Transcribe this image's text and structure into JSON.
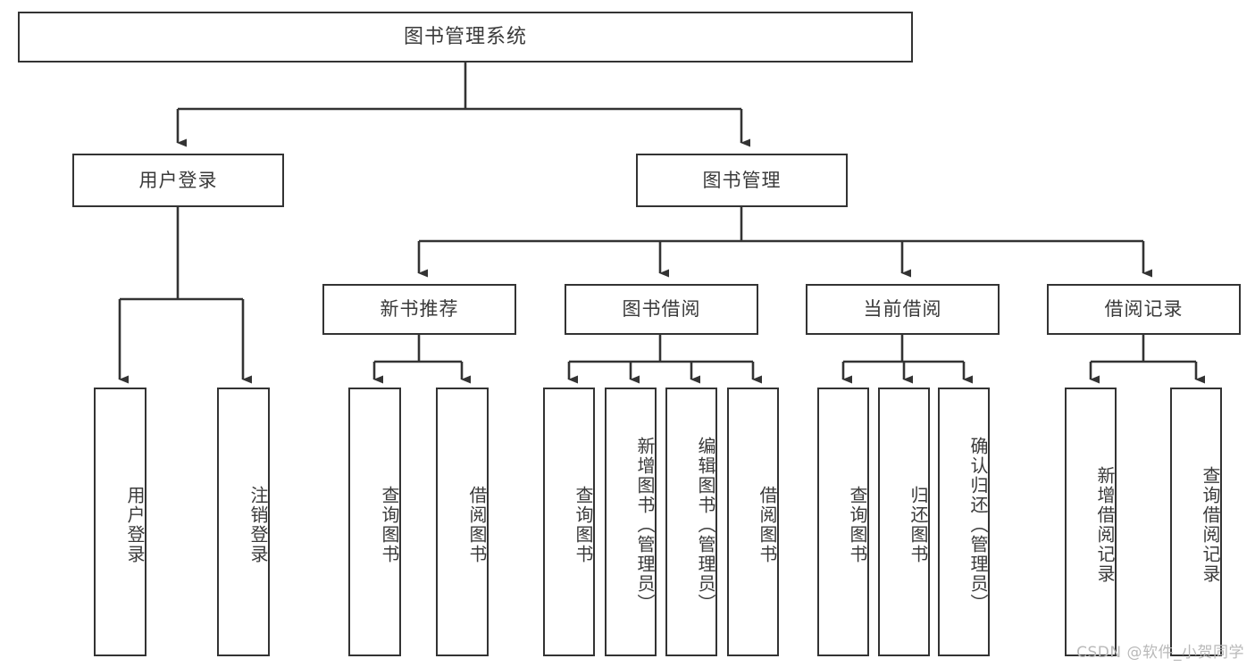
{
  "diagram": {
    "title": "图书管理系统",
    "type": "tree-hierarchy-diagram",
    "watermark": "CSDN @软件_小贺同学",
    "colors": {
      "box_border": "#333333",
      "box_fill": "#ffffff",
      "text": "#3a3a3a",
      "edge": "#333333",
      "watermark": "#b9b9b9",
      "background": "#ffffff"
    },
    "levels": {
      "root": {
        "label": "图书管理系统"
      },
      "level2": [
        {
          "id": "user-login",
          "label": "用户登录"
        },
        {
          "id": "book-manage",
          "label": "图书管理"
        }
      ],
      "level3": [
        {
          "id": "new-book-recommend",
          "label": "新书推荐",
          "parent": "book-manage"
        },
        {
          "id": "book-borrow",
          "label": "图书借阅",
          "parent": "book-manage"
        },
        {
          "id": "current-borrow",
          "label": "当前借阅",
          "parent": "book-manage"
        },
        {
          "id": "borrow-record",
          "label": "借阅记录",
          "parent": "book-manage"
        }
      ],
      "leaves": [
        {
          "id": "leaf-user-login",
          "label": "用户登录",
          "parent": "user-login"
        },
        {
          "id": "leaf-user-logout",
          "label": "注销登录",
          "parent": "user-login"
        },
        {
          "id": "leaf-query-book-1",
          "label": "查询图书",
          "parent": "new-book-recommend"
        },
        {
          "id": "leaf-borrow-book-1",
          "label": "借阅图书",
          "parent": "new-book-recommend"
        },
        {
          "id": "leaf-query-book-2",
          "label": "查询图书",
          "parent": "book-borrow"
        },
        {
          "id": "leaf-add-book",
          "label": "新增图书（管理员）",
          "parent": "book-borrow"
        },
        {
          "id": "leaf-edit-book",
          "label": "编辑图书（管理员）",
          "parent": "book-borrow"
        },
        {
          "id": "leaf-borrow-book-2",
          "label": "借阅图书",
          "parent": "book-borrow"
        },
        {
          "id": "leaf-query-book-3",
          "label": "查询图书",
          "parent": "current-borrow"
        },
        {
          "id": "leaf-return-book",
          "label": "归还图书",
          "parent": "current-borrow"
        },
        {
          "id": "leaf-confirm-return",
          "label": "确认归还（管理员）",
          "parent": "current-borrow"
        },
        {
          "id": "leaf-add-record",
          "label": "新增借阅记录",
          "parent": "borrow-record"
        },
        {
          "id": "leaf-query-record",
          "label": "查询借阅记录",
          "parent": "borrow-record"
        }
      ]
    }
  }
}
